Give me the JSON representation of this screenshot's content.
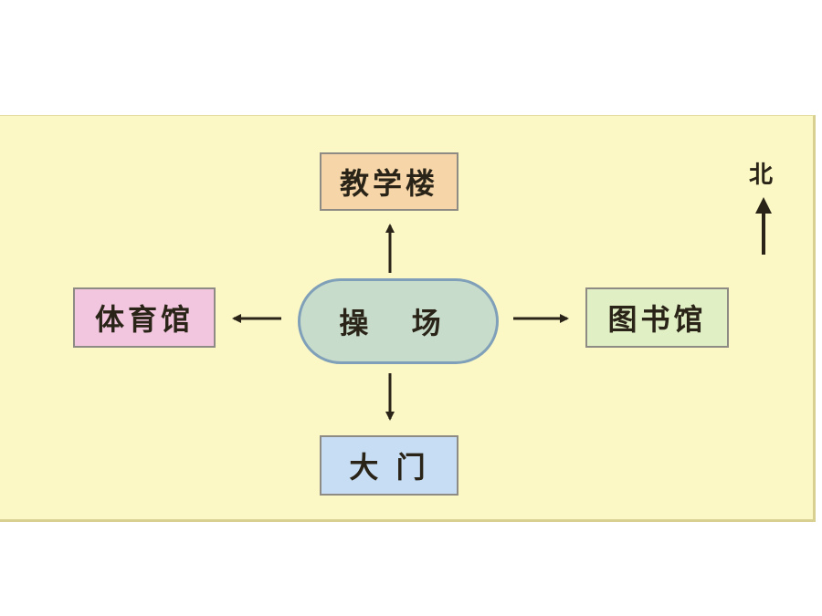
{
  "diagram": {
    "center": {
      "label": "操 场",
      "color": "#c8dccb"
    },
    "north": {
      "label": "教学楼",
      "color": "#f6d6a8"
    },
    "west": {
      "label": "体育馆",
      "color": "#f2c6de"
    },
    "east": {
      "label": "图书馆",
      "color": "#e0efc4"
    },
    "south": {
      "label": "大 门",
      "color": "#c6ddf4"
    },
    "compass": {
      "label": "北"
    },
    "background_color": "#fbf8c6",
    "arrow_color": "#2a2418"
  }
}
